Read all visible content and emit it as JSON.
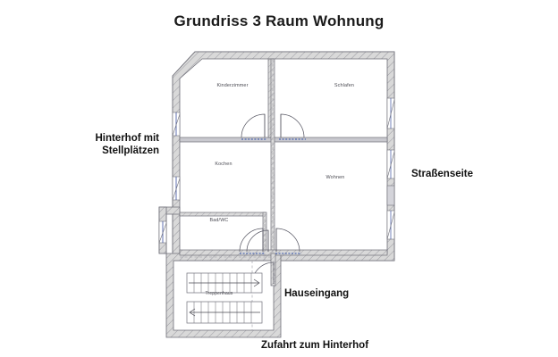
{
  "page": {
    "title": "Grundriss 3 Raum Wohnung",
    "background_color": "#ffffff"
  },
  "colors": {
    "wall_fill": "#d9d9d9",
    "wall_stroke": "#6f6f78",
    "hatch": "#8a8a93",
    "door_arc": "#5a5a66",
    "threshold_blue": "#2f4fa8",
    "window_blue": "#3a4f9e",
    "label_text": "#4a4a52",
    "annotation_text": "#111111",
    "title_text": "#1b1b1b"
  },
  "annotations": [
    {
      "id": "hinterhof",
      "text": "Hinterhof mit\nStellplätzen",
      "position": "left"
    },
    {
      "id": "strassenseite",
      "text": "Straßenseite",
      "position": "right"
    },
    {
      "id": "hauseingang",
      "text": "Hauseingang",
      "position": "bottom-right"
    },
    {
      "id": "zufahrt",
      "text": "Zufahrt zum Hinterhof",
      "position": "bottom-center"
    }
  ],
  "rooms": [
    {
      "id": "kinderzimmer",
      "label": "Kinderzimmer"
    },
    {
      "id": "schlafen",
      "label": "Schlafen"
    },
    {
      "id": "kochen",
      "label": "Kochen"
    },
    {
      "id": "wohnen",
      "label": "Wohnen"
    },
    {
      "id": "badwc",
      "label": "Bad/WC"
    },
    {
      "id": "treppenhaus",
      "label": "Treppenhaus"
    }
  ],
  "features": {
    "door_count": 6,
    "window_count": 8,
    "stair_flights": 2,
    "chamfered_corner": "top-left",
    "bay_projection": "left-lower"
  }
}
